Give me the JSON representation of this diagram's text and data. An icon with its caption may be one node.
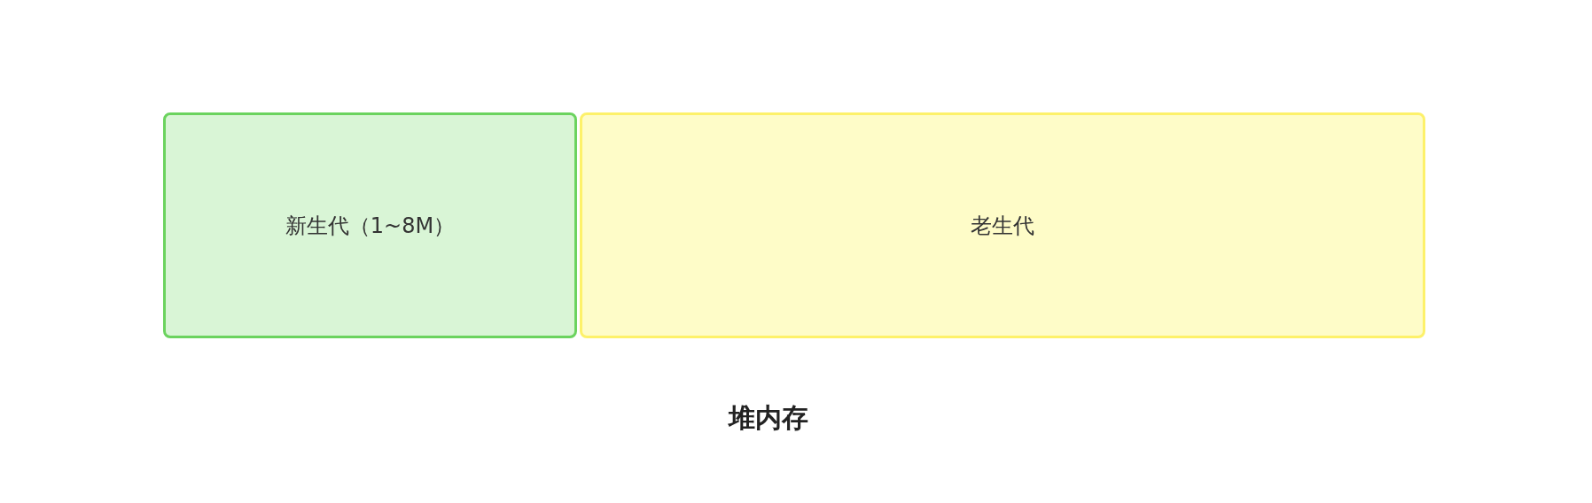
{
  "diagram": {
    "caption": "堆内存",
    "nodes": [
      {
        "text": [
          "新生代（1~8M）"
        ]
      },
      {
        "text": [
          "老生代"
        ]
      }
    ]
  }
}
